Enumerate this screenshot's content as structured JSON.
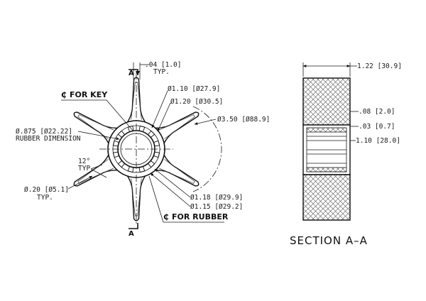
{
  "front_view": {
    "section_mark_top": "A",
    "section_mark_bottom": "A",
    "key_centerline_label": "FOR KEY",
    "rubber_centerline_label": "FOR RUBBER",
    "dims": {
      "tip_width": ".04 [1.0]",
      "tip_width_typ": "TYP.",
      "hub_dia_1": "Ø1.10 [Ø27.9]",
      "hub_dia_2": "Ø1.20 [Ø30.5]",
      "outer_dia": "Ø3.50 [Ø88.9]",
      "rubber_dia": "Ø.875 [Ø22.22]",
      "rubber_dia_note": "RUBBER DIMENSION",
      "angle": "12°",
      "angle_typ": "TYP",
      "fillet": "Ø.20 [Ø5.1]",
      "fillet_typ": "TYP.",
      "ring_dia_1": "Ø1.18 [Ø29.9]",
      "ring_dia_2": "Ø1.15 [Ø29.2]"
    }
  },
  "section_view": {
    "title": "SECTION A–A",
    "dims": {
      "width": "1.22 [30.9]",
      "insert_offset": ".08 [2.0]",
      "sleeve_thickness": ".03 [0.7]",
      "bore": "1.10 [28.0]"
    }
  }
}
